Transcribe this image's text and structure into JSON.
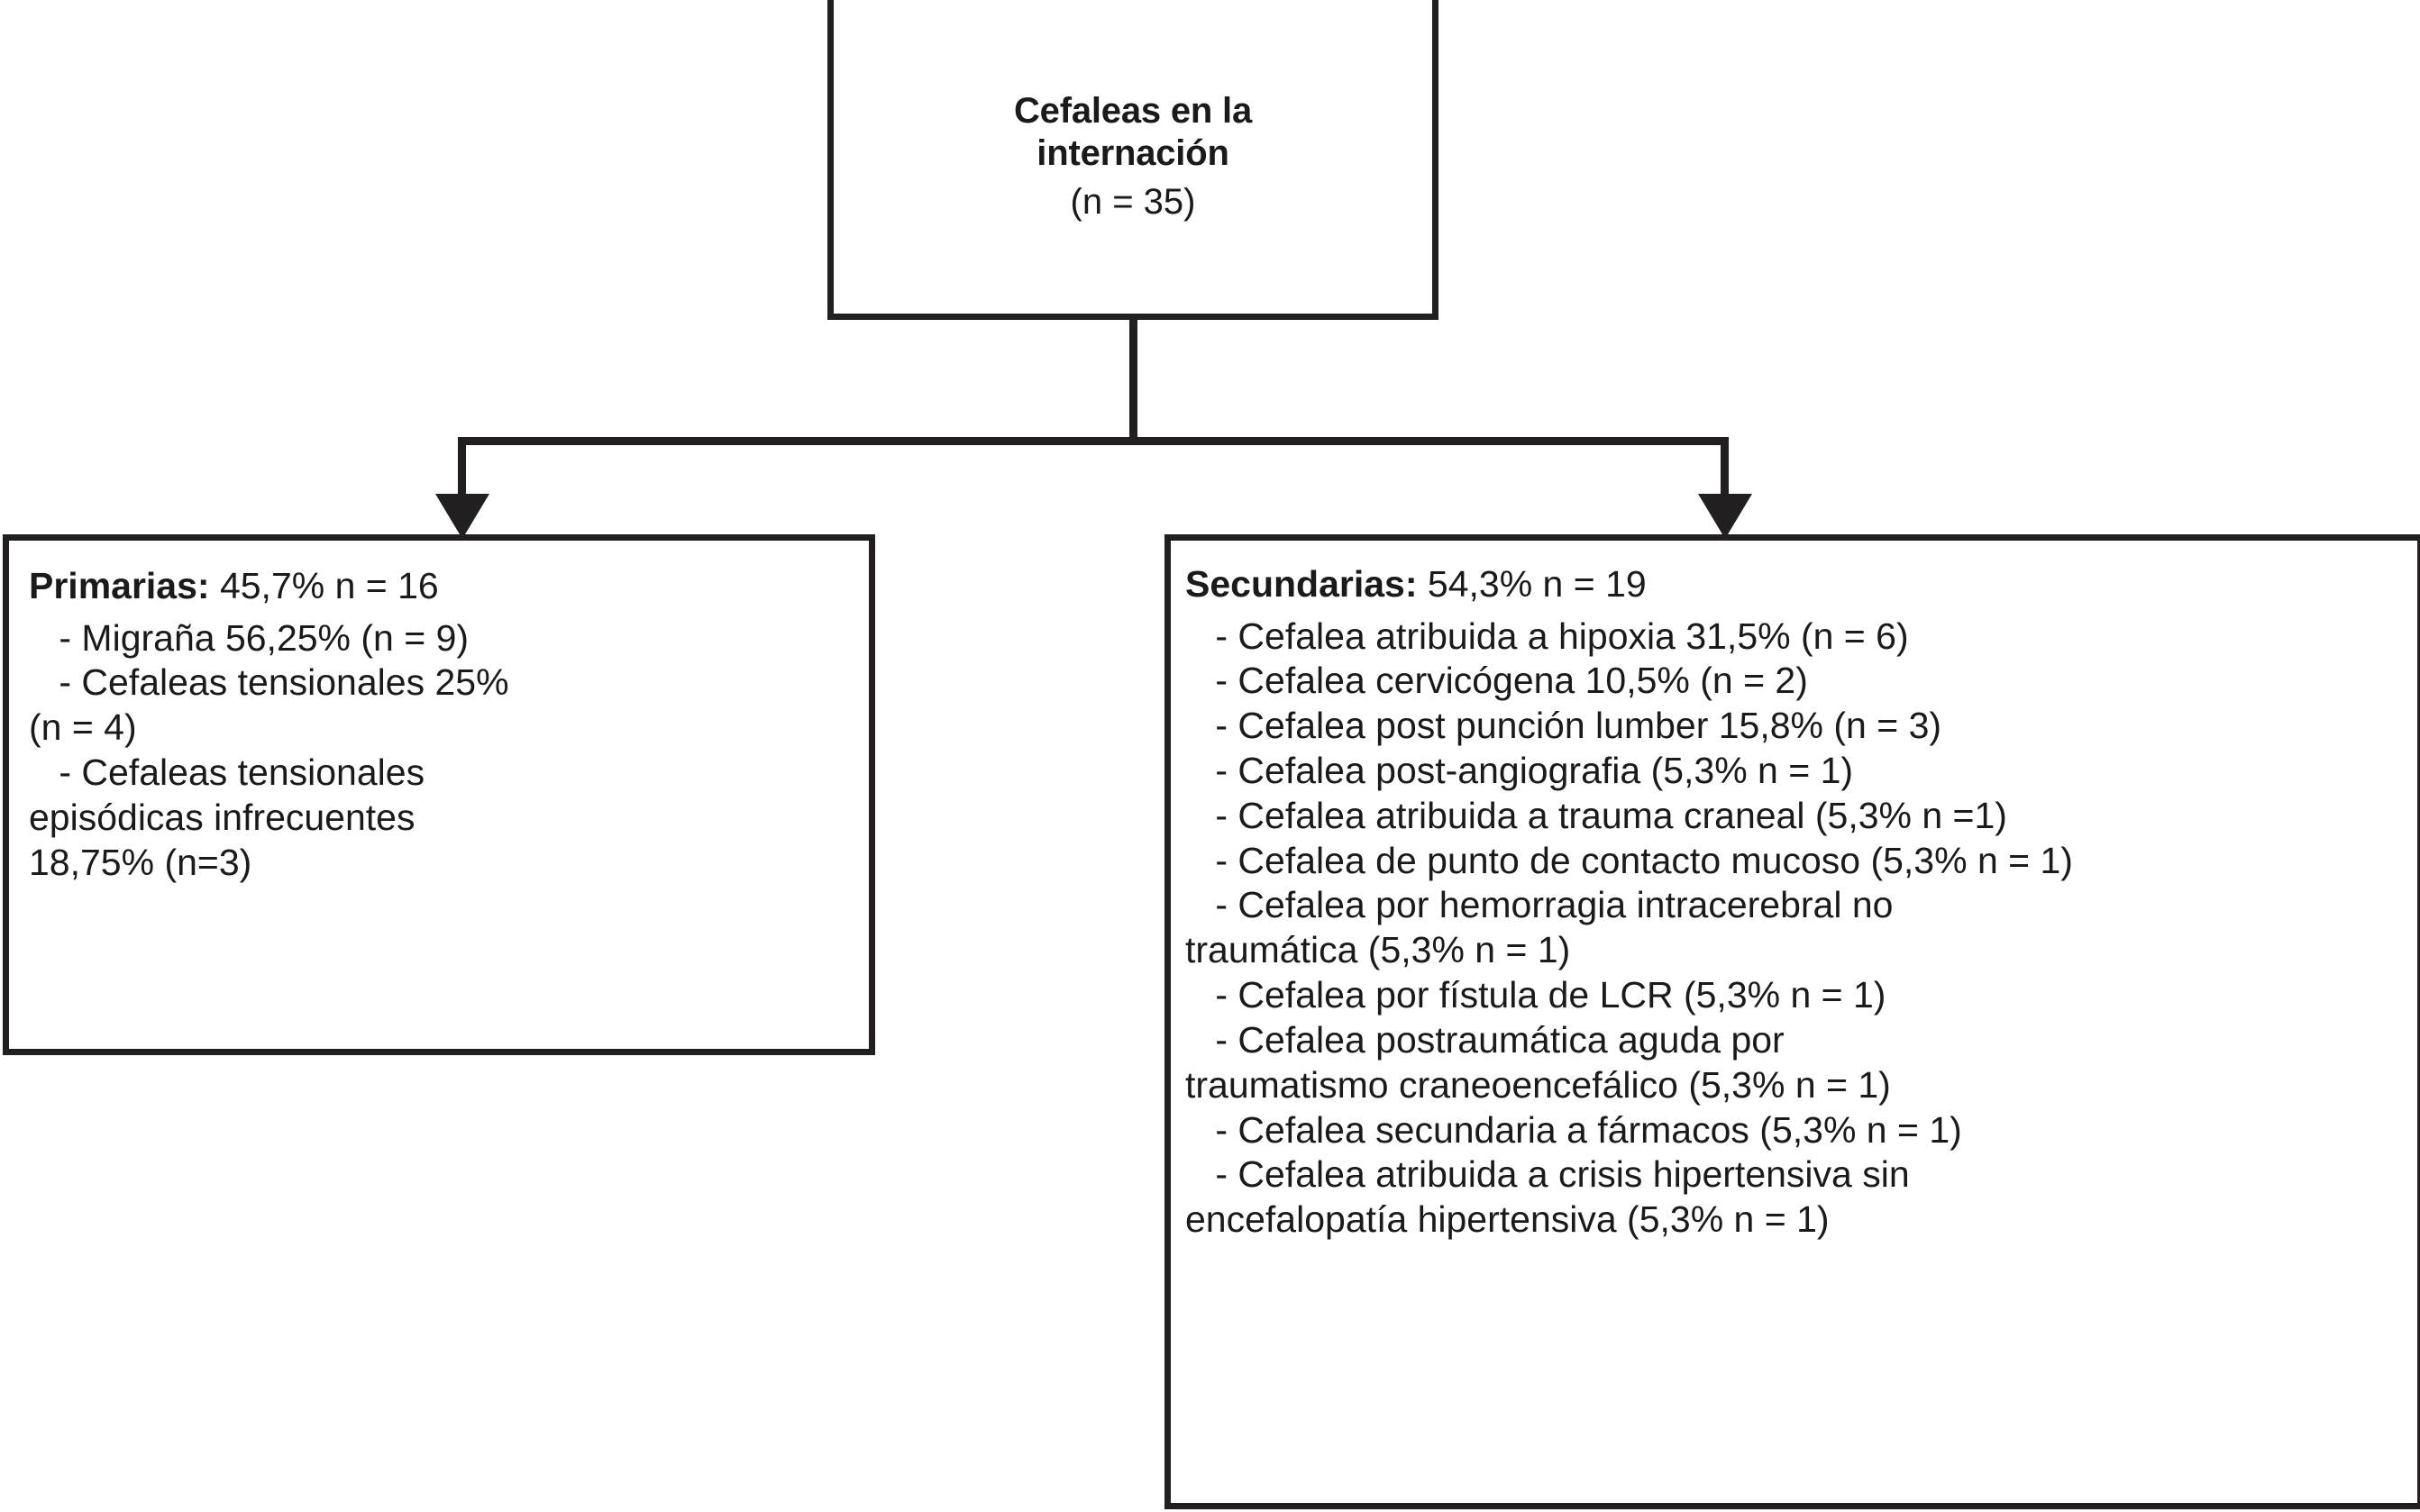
{
  "diagram": {
    "type": "flowchart",
    "title": "Cefaleas en la internación (n = 35)",
    "orientation": "top-down",
    "colors": {
      "stroke": "#231f20",
      "fill": "#ffffff",
      "text": "#1a1a1a"
    },
    "root": {
      "title": "Cefaleas en la",
      "title2": "internación",
      "subtitle": "(n = 35)",
      "n": 35
    },
    "branches": [
      {
        "id": "primarias",
        "label": "Primarias:",
        "value": " 45,7% n = 16",
        "percent": "45,7%",
        "n": 16,
        "items": [
          {
            "text": " - Migraña 56,25% (n = 9)",
            "continuation": false
          },
          {
            "text": " - Cefaleas tensionales 25%",
            "continuation": false
          },
          {
            "text": "(n = 4)",
            "continuation": true
          },
          {
            "text": " - Cefaleas tensionales",
            "continuation": false
          },
          {
            "text": "episódicas infrecuentes",
            "continuation": true
          },
          {
            "text": "18,75% (n=3)",
            "continuation": true
          }
        ]
      },
      {
        "id": "secundarias",
        "label": "Secundarias:",
        "value": " 54,3% n = 19",
        "percent": "54,3%",
        "n": 19,
        "items": [
          {
            "text": " - Cefalea atribuida a hipoxia 31,5% (n = 6)",
            "continuation": false
          },
          {
            "text": " - Cefalea cervicógena 10,5% (n = 2)",
            "continuation": false
          },
          {
            "text": " - Cefalea post punción lumber 15,8% (n = 3)",
            "continuation": false
          },
          {
            "text": " - Cefalea post-angiografia (5,3% n = 1)",
            "continuation": false
          },
          {
            "text": " - Cefalea atribuida a trauma craneal (5,3% n =1)",
            "continuation": false
          },
          {
            "text": " - Cefalea de punto de contacto mucoso (5,3% n = 1)",
            "continuation": false
          },
          {
            "text": " - Cefalea por hemorragia intracerebral no",
            "continuation": false
          },
          {
            "text": "traumática (5,3% n = 1)",
            "continuation": true
          },
          {
            "text": " - Cefalea por fístula de LCR (5,3% n = 1)",
            "continuation": false
          },
          {
            "text": " - Cefalea postraumática aguda por",
            "continuation": false
          },
          {
            "text": "traumatismo craneoencefálico (5,3% n = 1)",
            "continuation": true
          },
          {
            "text": " - Cefalea secundaria a fármacos (5,3% n = 1)",
            "continuation": false
          },
          {
            "text": " - Cefalea atribuida a crisis hipertensiva sin",
            "continuation": false
          },
          {
            "text": "encefalopatía hipertensiva (5,3% n = 1)",
            "continuation": true
          }
        ]
      }
    ]
  }
}
